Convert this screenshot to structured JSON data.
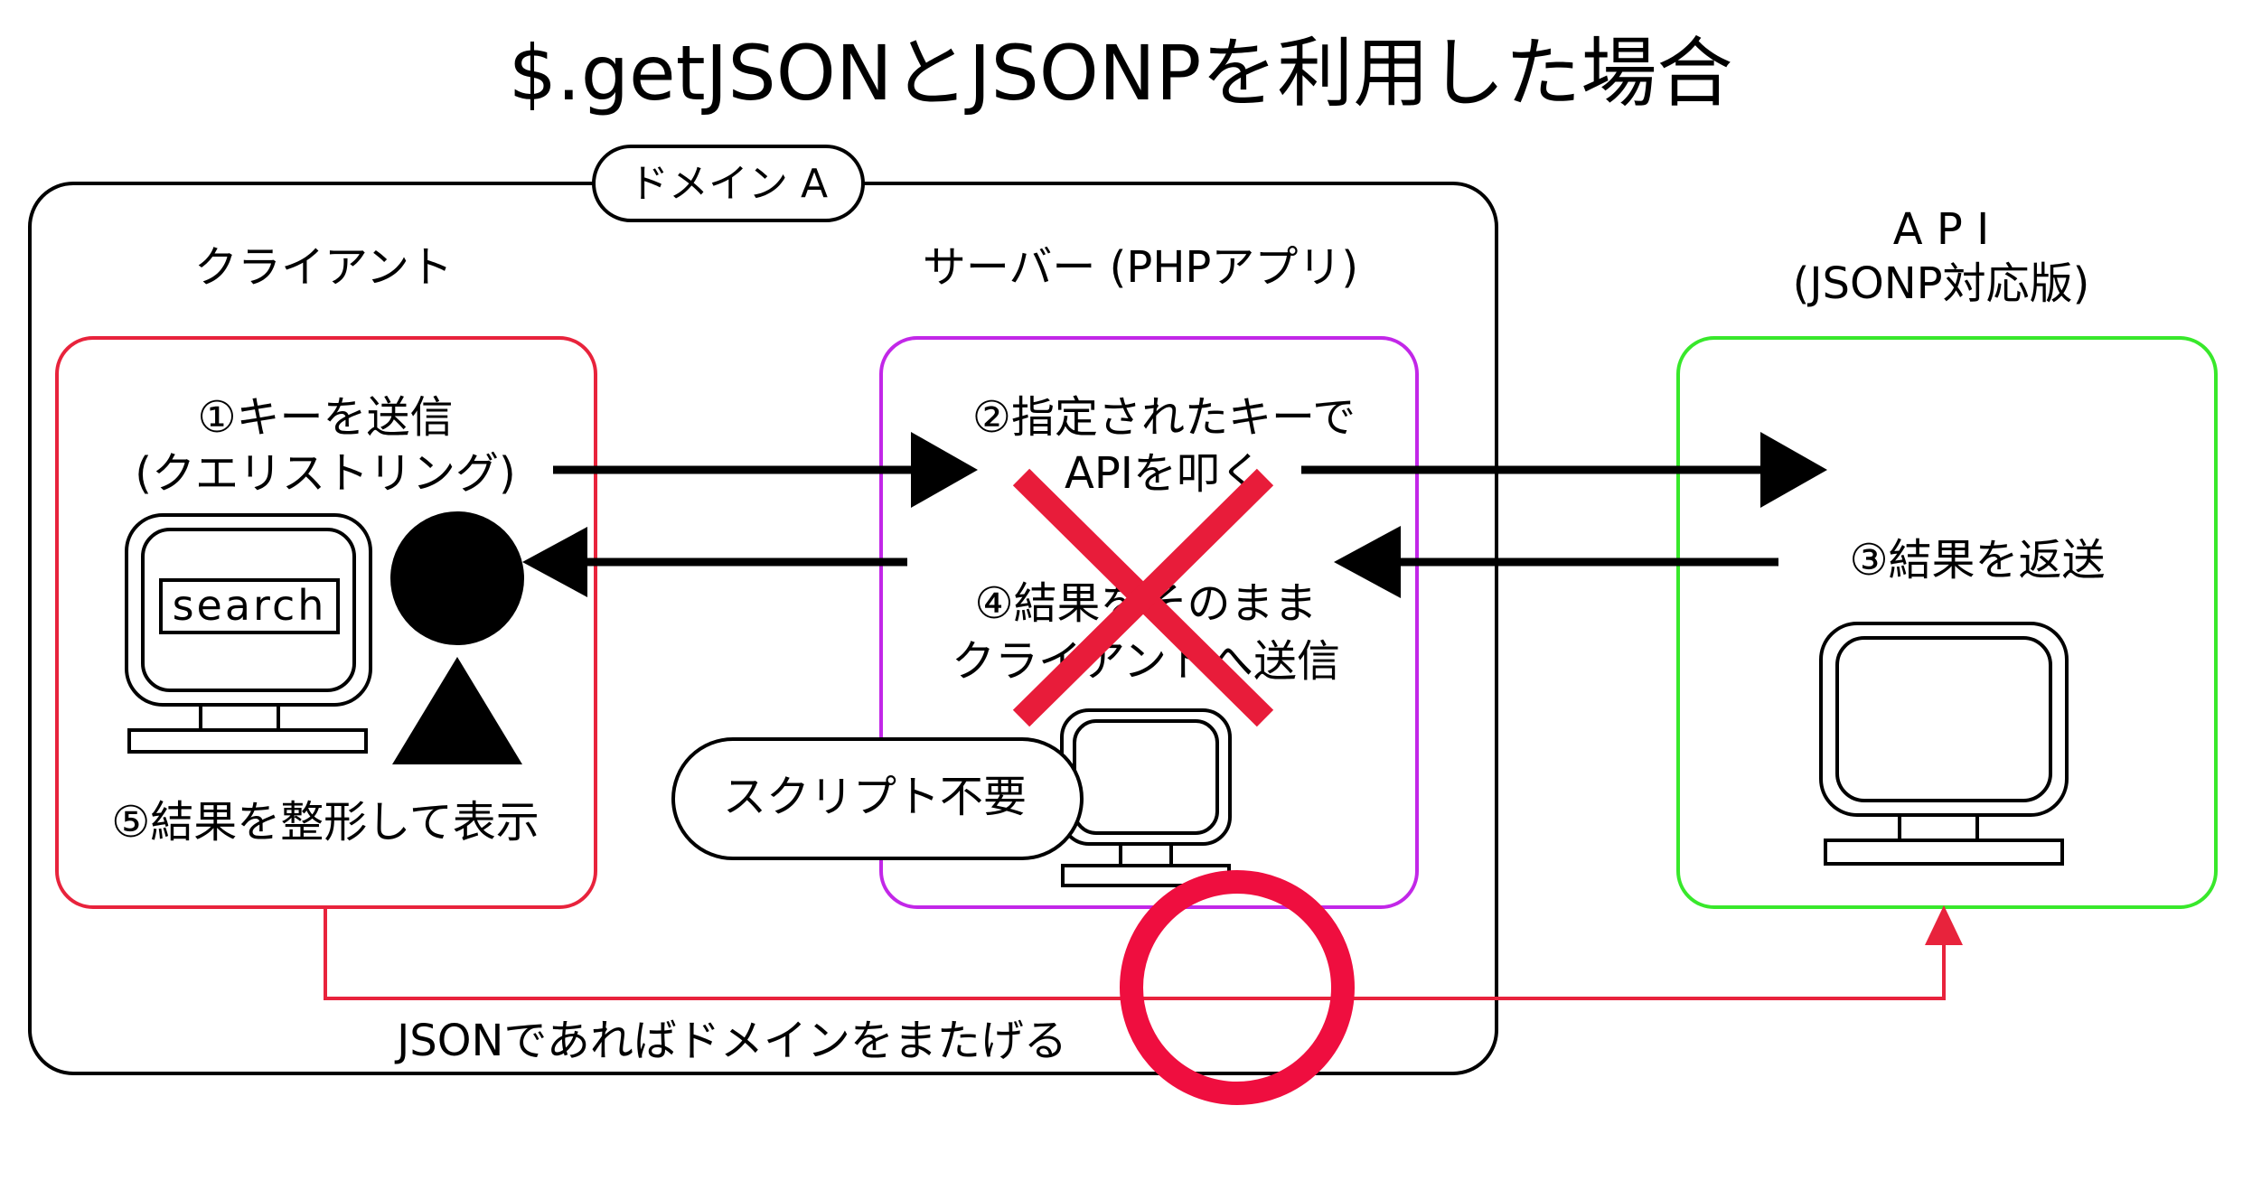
{
  "title": "$.getJSONとJSONPを利用した場合",
  "domain_label": "ドメイン A",
  "client": {
    "heading": "クライアント",
    "step1_line1": "①キーを送信",
    "step1_line2": "(クエリストリング)",
    "search_text": "search",
    "step5": "⑤結果を整形して表示"
  },
  "server": {
    "heading": "サーバー (PHPアプリ)",
    "step2_line1": "②指定されたキーで",
    "step2_line2": "APIを叩く",
    "step4_line1": "④結果をそのまま",
    "step4_line2": "クライアントへ送信"
  },
  "api": {
    "heading_line1": "A P I",
    "heading_line2": "(JSONP対応版)",
    "step3": "③結果を返送"
  },
  "script_unneeded": "スクリプト不要",
  "json_cross_domain": "JSONであればドメインをまたげる",
  "colors": {
    "client_box": "#e8233c",
    "server_box": "#c227e8",
    "api_box": "#38e82b",
    "cross_mark": "#e81c3a",
    "circle_mark": "#ef0e3f",
    "json_path": "#e8233c"
  }
}
